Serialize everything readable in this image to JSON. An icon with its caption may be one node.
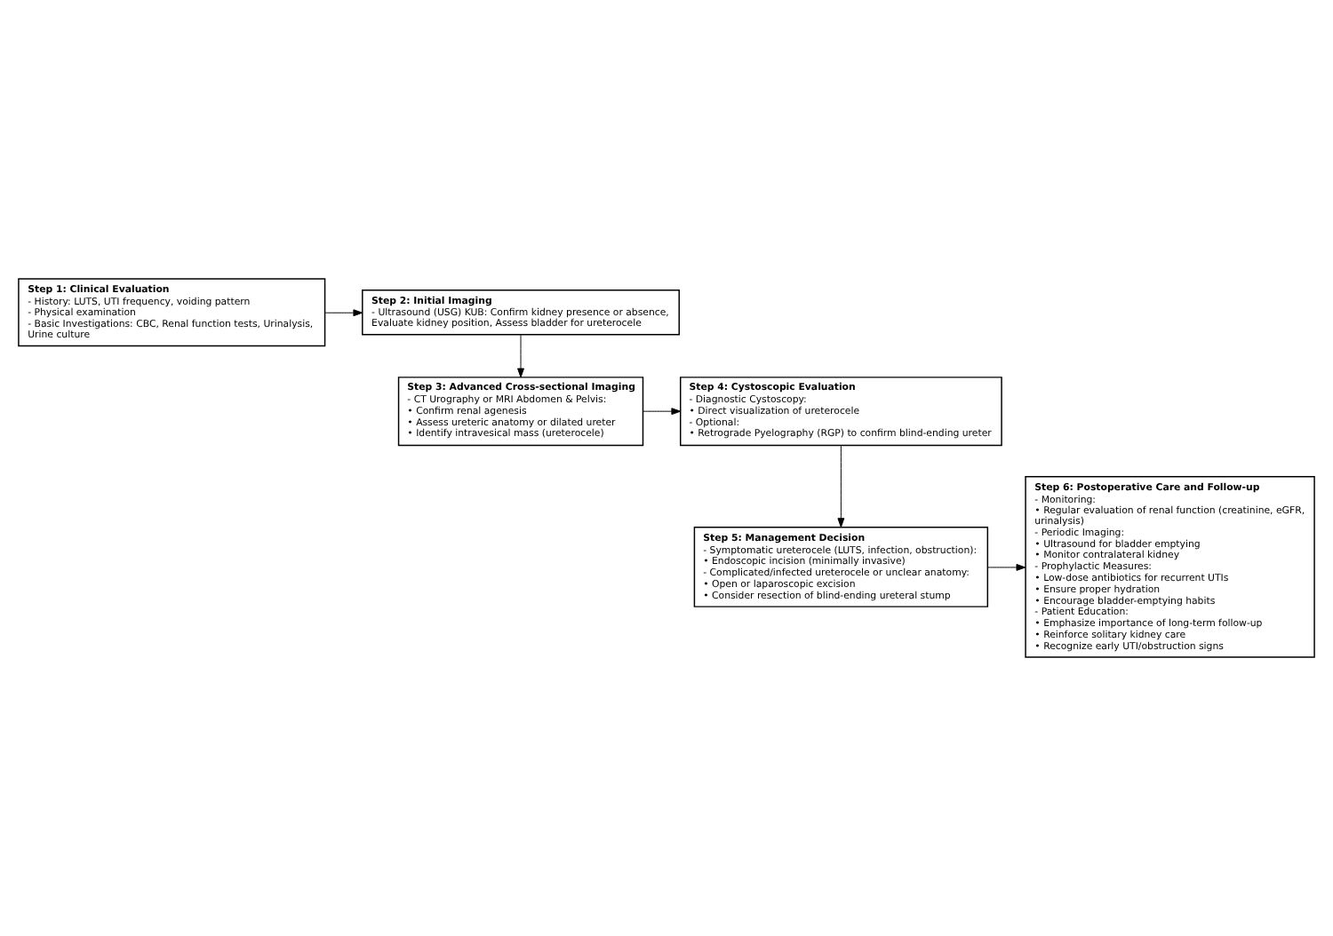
{
  "diagram": {
    "nodes": [
      {
        "text": [
          "Step 1: Clinical Evaluation",
          "- History: LUTS, UTI frequency, voiding pattern",
          "- Physical examination",
          "- Basic Investigations: CBC, Renal function tests, Urinalysis, Urine culture"
        ]
      },
      {
        "text": [
          "Step 2: Initial Imaging",
          "- Ultrasound (USG) KUB: Confirm kidney presence or absence, Evaluate kidney position, Assess bladder for ureterocele"
        ]
      },
      {
        "text": [
          "Step 3: Advanced Cross-sectional Imaging",
          "- CT Urography or MRI Abdomen & Pelvis:",
          "• Confirm renal agenesis",
          "• Assess ureteric anatomy or dilated ureter",
          "• Identify intravesical mass (ureterocele)"
        ]
      },
      {
        "text": [
          "Step 4: Cystoscopic Evaluation",
          "- Diagnostic Cystoscopy:",
          "• Direct visualization of ureterocele",
          "- Optional:",
          "• Retrograde Pyelography (RGP) to confirm blind-ending ureter"
        ]
      },
      {
        "text": [
          "Step 5: Management Decision",
          "- Symptomatic ureterocele (LUTS, infection, obstruction):",
          "• Endoscopic incision (minimally invasive)",
          "- Complicated/infected ureterocele or unclear anatomy:",
          "• Open or laparoscopic excision",
          "• Consider resection of blind-ending ureteral stump"
        ]
      },
      {
        "text": [
          "Step 6: Postoperative Care and Follow-up",
          "- Monitoring:",
          "• Regular evaluation of renal function (creatinine, eGFR, urinalysis)",
          "- Periodic Imaging:",
          "• Ultrasound for bladder emptying",
          "• Monitor contralateral kidney",
          "- Prophylactic Measures:",
          "• Low-dose antibiotics for recurrent UTIs",
          "• Ensure proper hydration",
          "• Encourage bladder-emptying habits",
          "- Patient Education:",
          "• Emphasize importance of long-term follow-up",
          "• Reinforce solitary kidney care",
          "• Recognize early UTI/obstruction signs"
        ]
      }
    ],
    "edges": [
      {
        "from": 0,
        "to": 1,
        "arrow": "to"
      },
      {
        "from": 1,
        "to": 2,
        "arrow": "to"
      },
      {
        "from": 2,
        "to": 3,
        "arrow": "to"
      },
      {
        "from": 3,
        "to": 4,
        "arrow": "to"
      },
      {
        "from": 4,
        "to": 5,
        "arrow": "to"
      }
    ]
  }
}
